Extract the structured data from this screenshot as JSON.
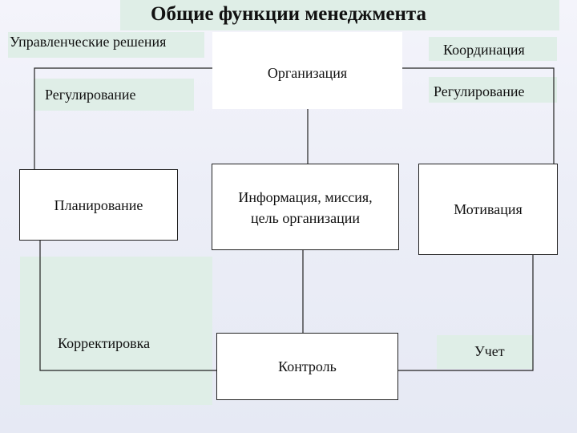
{
  "title": "Общие функции менеджмента",
  "labels": {
    "management_decisions": "Управленческие решения",
    "regulation_left": "Регулирование",
    "coordination": "Координация",
    "regulation_right": "Регулирование",
    "correction": "Корректировка",
    "accounting": "Учет"
  },
  "boxes": {
    "organization": "Организация",
    "planning": "Планирование",
    "center": "Информация, миссия,\nцель организации",
    "motivation": "Мотивация",
    "control": "Контроль"
  },
  "colors": {
    "panel": "#dfeee7",
    "line": "#222222",
    "box": "#ffffff"
  }
}
